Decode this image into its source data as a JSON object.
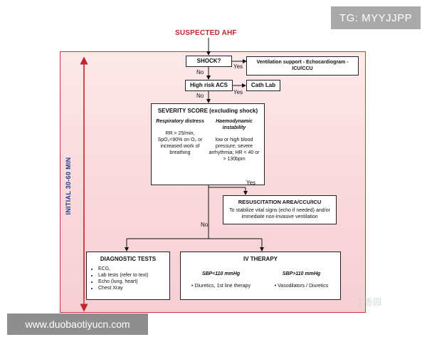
{
  "watermark": {
    "tag": "TG: MYYJJPP",
    "url": "www.duobaotiyucn.com",
    "logo": "丁香园"
  },
  "flow": {
    "start": "SUSPECTED AHF",
    "timeframe": "INITIAL 30-60 MIN",
    "shock": "SHOCK?",
    "shock_yes_action": "Ventilation support  - Echocardiogram - ICU/CCU",
    "high_risk_acs": "High risk ACS",
    "acs_yes_action": "Cath Lab",
    "severity_title": "SEVERITY SCORE (excluding shock)",
    "resp_title": "Respiratory distress",
    "resp_criteria": "RR > 25/min, SpO₂<90% on O₂ or increased work of breathing",
    "haemo_title": "Haemodynamic instability",
    "haemo_criteria": "low or high blood pressure; severe arrhythmia; HR < 40 or > 130bpm",
    "resus_title": "RESUSCITATION AREA/CCU/ICU",
    "resus_desc": "To stabilize vital signs (echo if needed) and/or immediate non-invasive ventilation",
    "diag_title": "DIAGNOSTIC TESTS",
    "diag_items": [
      "ECG,",
      "Lab tests (refer to text)",
      "Echo (lung, heart)",
      "Chest Xray"
    ],
    "iv_title": "IV THERAPY",
    "iv_low_title": "SBP<110 mmHg",
    "iv_low_item": "Diuretics, 1st line therapy",
    "iv_high_title": "SBP>110 mmHg",
    "iv_high_item": "Vasodilators / Diuretics",
    "labels": {
      "no1": "No",
      "yes1": "Yes",
      "no2": "No",
      "yes2": "Yes",
      "yes3": "Yes",
      "no3": "No"
    }
  },
  "colors": {
    "accent_red": "#c0262e",
    "timeline_blue": "#1e3f8f",
    "panel_pink": "#f9d7da"
  }
}
